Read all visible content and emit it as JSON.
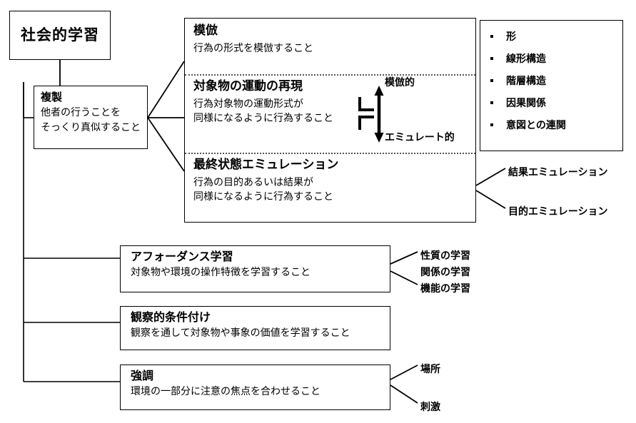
{
  "diagram": {
    "title_root": "社会的学習",
    "copy": {
      "title": "複製",
      "desc_line1": "他者の行うことを",
      "desc_line2": "そっくり真似すること"
    },
    "main_sections": [
      {
        "id": "imitation",
        "title": "模倣",
        "desc_line1": "行為の形式を模倣すること",
        "desc_line2": ""
      },
      {
        "id": "motion",
        "title": "対象物の運動の再現",
        "desc_line1": "行為対象物の運動形式が",
        "desc_line2": "同様になるように行為すること"
      },
      {
        "id": "endstate",
        "title": "最終状態エミュレーション",
        "desc_line1": "行為の目的あるいは結果が",
        "desc_line2": "同様になるように行為すること"
      }
    ],
    "arrow": {
      "label_top": "模倣的",
      "label_bottom": "エミュレート的"
    },
    "bullets": [
      "形",
      "線形構造",
      "階層構造",
      "因果関係",
      "意図との連関"
    ],
    "endstate_labels": [
      "結果エミュレーション",
      "目的エミュレーション"
    ],
    "lower_boxes": [
      {
        "id": "affordance",
        "title": "アフォーダンス学習",
        "desc": "対象物や環境の操作特徴を学習すること",
        "side_labels": [
          "性質の学習",
          "関係の学習",
          "機能の学習"
        ]
      },
      {
        "id": "observational",
        "title": "観察的条件付け",
        "desc": "観察を通して対象物や事象の価値を学習すること",
        "side_labels": []
      },
      {
        "id": "emphasis",
        "title": "強調",
        "desc": "環境の一部分に注意の焦点を合わせること",
        "side_labels": [
          "場所",
          "刺激"
        ]
      }
    ],
    "colors": {
      "stroke": "#000000",
      "background": "#ffffff",
      "divider": "#555555"
    }
  }
}
